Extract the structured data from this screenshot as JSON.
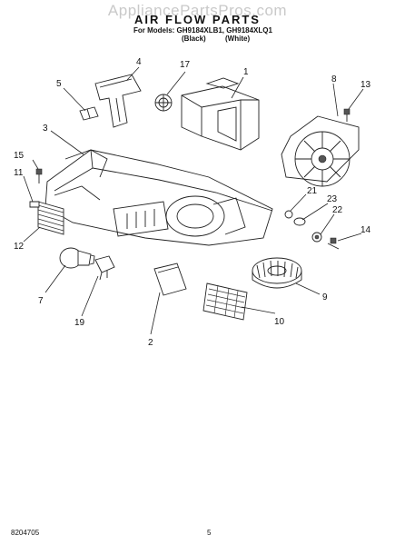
{
  "header": {
    "watermark": "AppliancePartsPros.com",
    "title": "AIR FLOW PARTS",
    "models": "For Models: GH9184XLB1, GH9184XLQ1",
    "color_black": "(Black)",
    "color_white": "(White)"
  },
  "callouts": [
    "1",
    "2",
    "3",
    "4",
    "5",
    "7",
    "8",
    "9",
    "10",
    "11",
    "12",
    "13",
    "14",
    "15",
    "17",
    "19",
    "21",
    "22",
    "23"
  ],
  "footer": {
    "doc_number": "8204705",
    "page": "5"
  }
}
